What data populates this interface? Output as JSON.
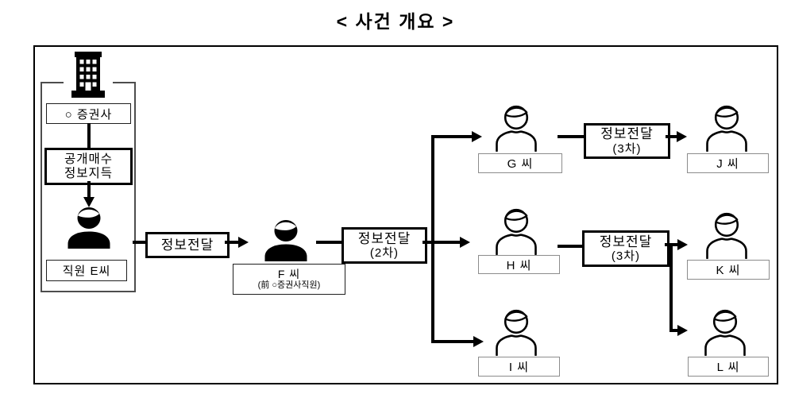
{
  "title": "< 사건 개요 >",
  "colors": {
    "ink": "#000000",
    "background": "#ffffff",
    "emphasis_box_border": "#000000",
    "label_box_border": "#8c8c8c"
  },
  "icons": {
    "company": "building-icon",
    "insider": "person-filled-icon",
    "recipient": "person-outline-icon",
    "flow": "arrow-right-icon / arrow-down-icon"
  },
  "diagram": {
    "company": {
      "label": "○ 증권사"
    },
    "tip_info": {
      "line1": "공개매수",
      "line2": "정보지득"
    },
    "employee_e": {
      "label": "직원 E씨"
    },
    "transfer_1": {
      "label": "정보전달"
    },
    "person_f": {
      "name": "F 씨",
      "note": "(前 ○증권사직원)"
    },
    "transfer_2": {
      "line1": "정보전달",
      "line2": "(2차)"
    },
    "person_g": {
      "label": "G 씨"
    },
    "person_h": {
      "label": "H 씨"
    },
    "person_i": {
      "label": "I 씨"
    },
    "transfer_3_top": {
      "line1": "정보전달",
      "line2": "(3차)"
    },
    "transfer_3_mid": {
      "line1": "정보전달",
      "line2": "(3차)"
    },
    "person_j": {
      "label": "J 씨"
    },
    "person_k": {
      "label": "K 씨"
    },
    "person_l": {
      "label": "L 씨"
    }
  }
}
